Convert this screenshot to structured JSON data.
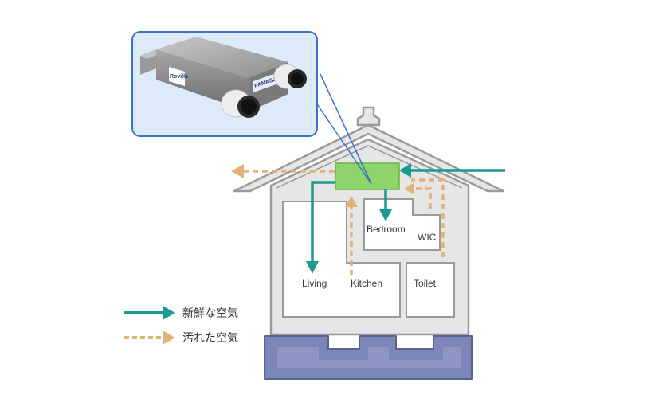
{
  "rooms": {
    "bedroom": "Bedroom",
    "wic": "WIC",
    "living": "Living",
    "kitchen": "Kitchen",
    "toilet": "Toilet"
  },
  "legend": {
    "fresh_air": "新鮮な空気",
    "stale_air": "汚れた空気"
  },
  "product": {
    "brand_left": "Rovilla",
    "brand_right": "PANASONIC"
  },
  "colors": {
    "fresh_air_arrow": "#1a9a90",
    "stale_air_arrow": "#e0b27a",
    "ventilation_unit": "#8fd46a",
    "foundation": "#7d86b8",
    "house_outline": "#9a9a9a",
    "house_fill": "#e6e6e6",
    "callout_border": "#3d73c6",
    "callout_fill": "#dcebf7"
  }
}
